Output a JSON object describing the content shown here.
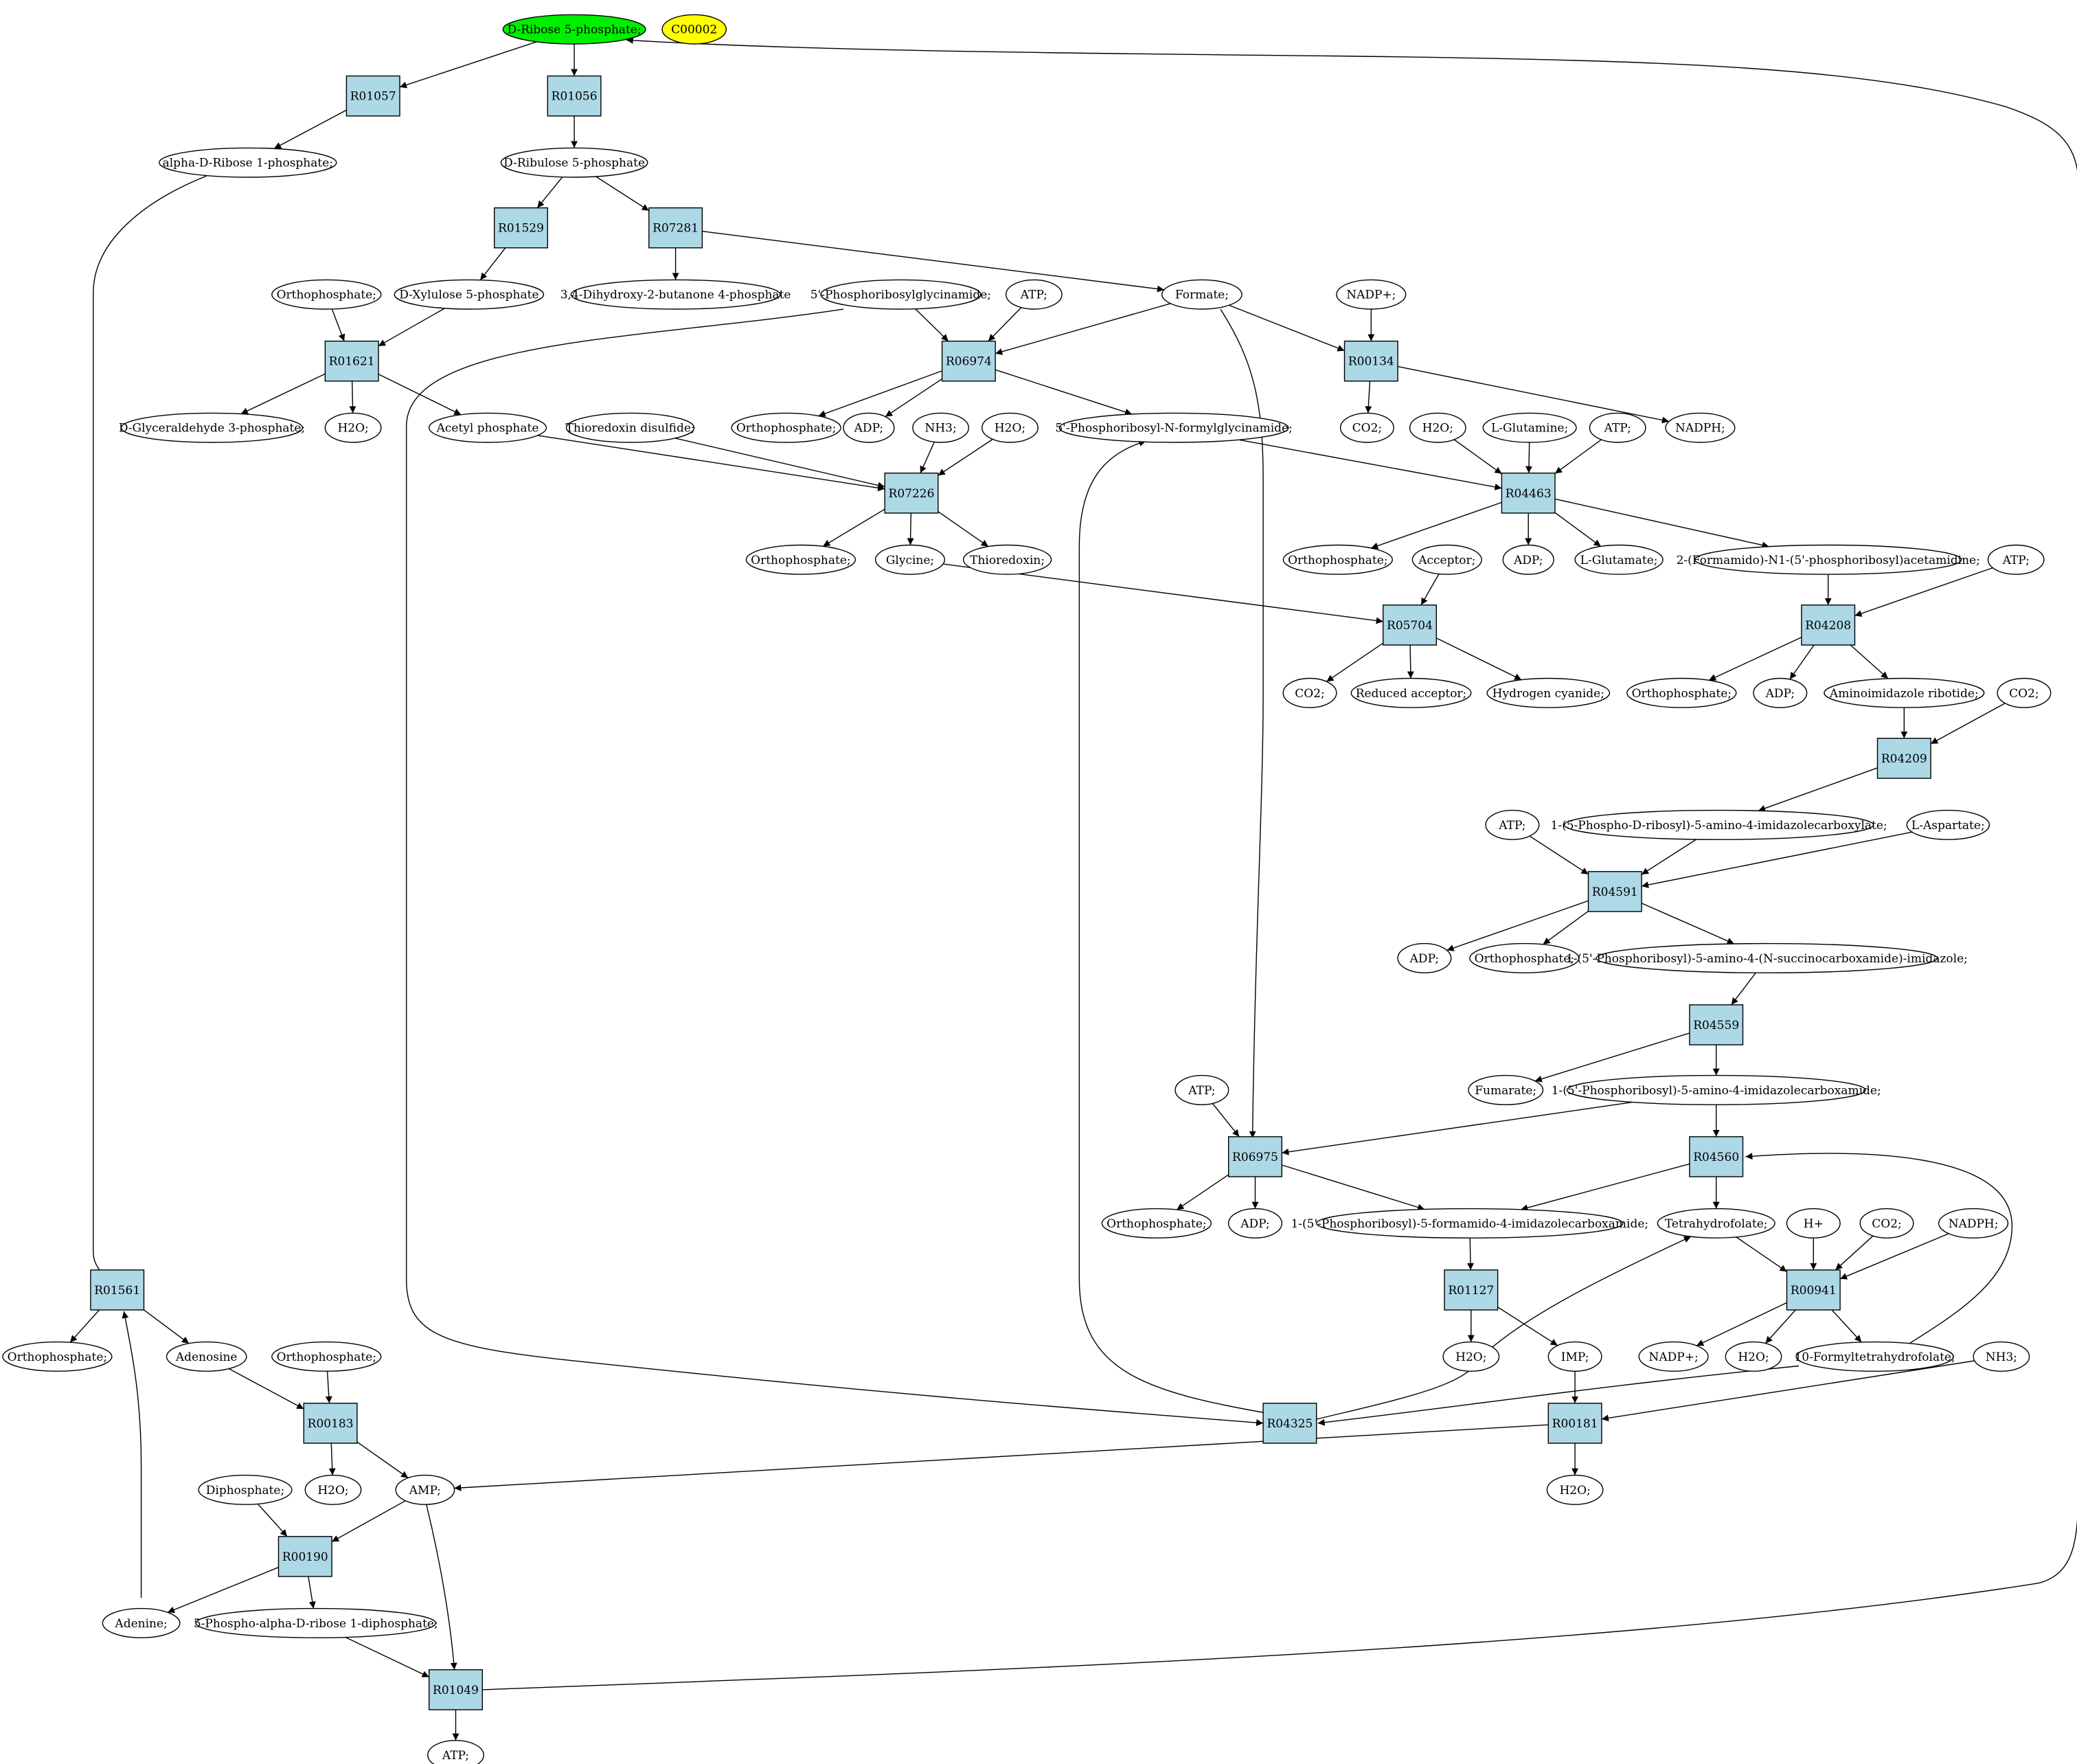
{
  "colors": {
    "start_node": "#00ee00",
    "legend_node": "#ffff00",
    "compound": "#ffffff",
    "reaction": "#add8e6",
    "stroke": "#000000"
  },
  "nodes": [
    {
      "id": "c_dribose5p",
      "label": "D-Ribose 5-phosphate;",
      "kind": "start"
    },
    {
      "id": "c_c00002",
      "label": "C00002",
      "kind": "legend"
    },
    {
      "id": "r_R01057",
      "label": "R01057",
      "kind": "reaction"
    },
    {
      "id": "r_R01056",
      "label": "R01056",
      "kind": "reaction"
    },
    {
      "id": "c_aribose1p",
      "label": "alpha-D-Ribose 1-phosphate;",
      "kind": "compound"
    },
    {
      "id": "c_dribulose5p",
      "label": "D-Ribulose 5-phosphate",
      "kind": "compound"
    },
    {
      "id": "r_R01529",
      "label": "R01529",
      "kind": "reaction"
    },
    {
      "id": "r_R07281",
      "label": "R07281",
      "kind": "reaction"
    },
    {
      "id": "c_ortho_a",
      "label": "Orthophosphate;",
      "kind": "compound"
    },
    {
      "id": "c_dxylulose5p",
      "label": "D-Xylulose 5-phosphate",
      "kind": "compound"
    },
    {
      "id": "c_dhbp",
      "label": "3,4-Dihydroxy-2-butanone 4-phosphate",
      "kind": "compound"
    },
    {
      "id": "c_prgly",
      "label": "5'-Phosphoribosylglycinamide;",
      "kind": "compound"
    },
    {
      "id": "c_atp_a",
      "label": "ATP;",
      "kind": "compound"
    },
    {
      "id": "c_formate",
      "label": "Formate;",
      "kind": "compound"
    },
    {
      "id": "c_nadp_a",
      "label": "NADP+;",
      "kind": "compound"
    },
    {
      "id": "r_R01621",
      "label": "R01621",
      "kind": "reaction"
    },
    {
      "id": "r_R06974",
      "label": "R06974",
      "kind": "reaction"
    },
    {
      "id": "r_R00134",
      "label": "R00134",
      "kind": "reaction"
    },
    {
      "id": "c_g3p",
      "label": "D-Glyceraldehyde 3-phosphate;",
      "kind": "compound"
    },
    {
      "id": "c_h2o_a",
      "label": "H2O;",
      "kind": "compound"
    },
    {
      "id": "c_acetylp",
      "label": "Acetyl phosphate",
      "kind": "compound"
    },
    {
      "id": "c_trxss",
      "label": "Thioredoxin disulfide;",
      "kind": "compound"
    },
    {
      "id": "c_ortho_b",
      "label": "Orthophosphate;",
      "kind": "compound"
    },
    {
      "id": "c_adp_a",
      "label": "ADP;",
      "kind": "compound"
    },
    {
      "id": "c_nh3_a",
      "label": "NH3;",
      "kind": "compound"
    },
    {
      "id": "c_h2o_b",
      "label": "H2O;",
      "kind": "compound"
    },
    {
      "id": "c_fgar",
      "label": "5'-Phosphoribosyl-N-formylglycinamide;",
      "kind": "compound"
    },
    {
      "id": "c_co2_a",
      "label": "CO2;",
      "kind": "compound"
    },
    {
      "id": "c_h2o_c",
      "label": "H2O;",
      "kind": "compound"
    },
    {
      "id": "c_lgln",
      "label": "L-Glutamine;",
      "kind": "compound"
    },
    {
      "id": "c_atp_b",
      "label": "ATP;",
      "kind": "compound"
    },
    {
      "id": "c_nadph_a",
      "label": "NADPH;",
      "kind": "compound"
    },
    {
      "id": "r_R07226",
      "label": "R07226",
      "kind": "reaction"
    },
    {
      "id": "r_R04463",
      "label": "R04463",
      "kind": "reaction"
    },
    {
      "id": "c_ortho_c",
      "label": "Orthophosphate;",
      "kind": "compound"
    },
    {
      "id": "c_glycine",
      "label": "Glycine;",
      "kind": "compound"
    },
    {
      "id": "c_trx",
      "label": "Thioredoxin;",
      "kind": "compound"
    },
    {
      "id": "c_ortho_d",
      "label": "Orthophosphate;",
      "kind": "compound"
    },
    {
      "id": "c_acceptor",
      "label": "Acceptor;",
      "kind": "compound"
    },
    {
      "id": "c_adp_b",
      "label": "ADP;",
      "kind": "compound"
    },
    {
      "id": "c_lglu",
      "label": "L-Glutamate;",
      "kind": "compound"
    },
    {
      "id": "c_fgam",
      "label": "2-(Formamido)-N1-(5'-phosphoribosyl)acetamidine;",
      "kind": "compound"
    },
    {
      "id": "c_atp_c",
      "label": "ATP;",
      "kind": "compound"
    },
    {
      "id": "r_R05704",
      "label": "R05704",
      "kind": "reaction"
    },
    {
      "id": "r_R04208",
      "label": "R04208",
      "kind": "reaction"
    },
    {
      "id": "c_co2_b",
      "label": "CO2;",
      "kind": "compound"
    },
    {
      "id": "c_redacc",
      "label": "Reduced acceptor;",
      "kind": "compound"
    },
    {
      "id": "c_hcn",
      "label": "Hydrogen cyanide;",
      "kind": "compound"
    },
    {
      "id": "c_ortho_e",
      "label": "Orthophosphate;",
      "kind": "compound"
    },
    {
      "id": "c_adp_c",
      "label": "ADP;",
      "kind": "compound"
    },
    {
      "id": "c_air",
      "label": "Aminoimidazole ribotide;",
      "kind": "compound"
    },
    {
      "id": "c_co2_c",
      "label": "CO2;",
      "kind": "compound"
    },
    {
      "id": "r_R04209",
      "label": "R04209",
      "kind": "reaction"
    },
    {
      "id": "c_atp_d",
      "label": "ATP;",
      "kind": "compound"
    },
    {
      "id": "c_cair",
      "label": "1-(5-Phospho-D-ribosyl)-5-amino-4-imidazolecarboxylate;",
      "kind": "compound"
    },
    {
      "id": "c_lasp",
      "label": "L-Aspartate;",
      "kind": "compound"
    },
    {
      "id": "r_R04591",
      "label": "R04591",
      "kind": "reaction"
    },
    {
      "id": "c_adp_d",
      "label": "ADP;",
      "kind": "compound"
    },
    {
      "id": "c_ortho_f",
      "label": "Orthophosphate;",
      "kind": "compound"
    },
    {
      "id": "c_saicar",
      "label": "1-(5'-Phosphoribosyl)-5-amino-4-(N-succinocarboxamide)-imidazole;",
      "kind": "compound"
    },
    {
      "id": "r_R04559",
      "label": "R04559",
      "kind": "reaction"
    },
    {
      "id": "c_atp_e",
      "label": "ATP;",
      "kind": "compound"
    },
    {
      "id": "c_fumarate",
      "label": "Fumarate;",
      "kind": "compound"
    },
    {
      "id": "c_aicar",
      "label": "1-(5'-Phosphoribosyl)-5-amino-4-imidazolecarboxamide;",
      "kind": "compound"
    },
    {
      "id": "r_R06975",
      "label": "R06975",
      "kind": "reaction"
    },
    {
      "id": "r_R04560",
      "label": "R04560",
      "kind": "reaction"
    },
    {
      "id": "c_ortho_g",
      "label": "Orthophosphate;",
      "kind": "compound"
    },
    {
      "id": "c_adp_e",
      "label": "ADP;",
      "kind": "compound"
    },
    {
      "id": "c_faicar",
      "label": "1-(5'-Phosphoribosyl)-5-formamido-4-imidazolecarboxamide;",
      "kind": "compound"
    },
    {
      "id": "c_thf",
      "label": "Tetrahydrofolate;",
      "kind": "compound"
    },
    {
      "id": "c_hplus",
      "label": "H+",
      "kind": "compound"
    },
    {
      "id": "c_co2_d",
      "label": "CO2;",
      "kind": "compound"
    },
    {
      "id": "c_nadph_b",
      "label": "NADPH;",
      "kind": "compound"
    },
    {
      "id": "r_R01561",
      "label": "R01561",
      "kind": "reaction"
    },
    {
      "id": "r_R01127",
      "label": "R01127",
      "kind": "reaction"
    },
    {
      "id": "r_R00941",
      "label": "R00941",
      "kind": "reaction"
    },
    {
      "id": "c_ortho_h",
      "label": "Orthophosphate;",
      "kind": "compound"
    },
    {
      "id": "c_adenosine",
      "label": "Adenosine",
      "kind": "compound"
    },
    {
      "id": "c_ortho_i",
      "label": "Orthophosphate;",
      "kind": "compound"
    },
    {
      "id": "c_h2o_d",
      "label": "H2O;",
      "kind": "compound"
    },
    {
      "id": "c_imp",
      "label": "IMP;",
      "kind": "compound"
    },
    {
      "id": "c_nadp_b",
      "label": "NADP+;",
      "kind": "compound"
    },
    {
      "id": "c_h2o_e",
      "label": "H2O;",
      "kind": "compound"
    },
    {
      "id": "c_fthf",
      "label": "10-Formyltetrahydrofolate;",
      "kind": "compound"
    },
    {
      "id": "c_nh3_b",
      "label": "NH3;",
      "kind": "compound"
    },
    {
      "id": "r_R00183",
      "label": "R00183",
      "kind": "reaction"
    },
    {
      "id": "r_R04325",
      "label": "R04325",
      "kind": "reaction"
    },
    {
      "id": "r_R00181",
      "label": "R00181",
      "kind": "reaction"
    },
    {
      "id": "c_diphos",
      "label": "Diphosphate;",
      "kind": "compound"
    },
    {
      "id": "c_h2o_f",
      "label": "H2O;",
      "kind": "compound"
    },
    {
      "id": "c_amp",
      "label": "AMP;",
      "kind": "compound"
    },
    {
      "id": "c_h2o_g",
      "label": "H2O;",
      "kind": "compound"
    },
    {
      "id": "r_R00190",
      "label": "R00190",
      "kind": "reaction"
    },
    {
      "id": "c_adenine",
      "label": "Adenine;",
      "kind": "compound"
    },
    {
      "id": "c_prpp",
      "label": "5-Phospho-alpha-D-ribose 1-diphosphate;",
      "kind": "compound"
    },
    {
      "id": "r_R01049",
      "label": "R01049",
      "kind": "reaction"
    },
    {
      "id": "c_atp_f",
      "label": "ATP;",
      "kind": "compound"
    }
  ],
  "edges": [
    [
      "c_dribose5p",
      "r_R01057"
    ],
    [
      "c_dribose5p",
      "r_R01056"
    ],
    [
      "r_R01057",
      "c_aribose1p"
    ],
    [
      "r_R01056",
      "c_dribulose5p"
    ],
    [
      "c_dribulose5p",
      "r_R01529"
    ],
    [
      "c_dribulose5p",
      "r_R07281"
    ],
    [
      "r_R01529",
      "c_dxylulose5p"
    ],
    [
      "r_R07281",
      "c_dhbp"
    ],
    [
      "r_R07281",
      "c_formate"
    ],
    [
      "c_ortho_a",
      "r_R01621"
    ],
    [
      "c_dxylulose5p",
      "r_R01621"
    ],
    [
      "r_R01621",
      "c_g3p"
    ],
    [
      "r_R01621",
      "c_h2o_a"
    ],
    [
      "r_R01621",
      "c_acetylp"
    ],
    [
      "c_prgly",
      "r_R06974"
    ],
    [
      "c_atp_a",
      "r_R06974"
    ],
    [
      "c_formate",
      "r_R06974"
    ],
    [
      "r_R06974",
      "c_ortho_b"
    ],
    [
      "r_R06974",
      "c_adp_a"
    ],
    [
      "r_R06974",
      "c_fgar"
    ],
    [
      "c_formate",
      "r_R00134"
    ],
    [
      "c_nadp_a",
      "r_R00134"
    ],
    [
      "r_R00134",
      "c_co2_a"
    ],
    [
      "r_R00134",
      "c_nadph_a"
    ],
    [
      "c_acetylp",
      "r_R07226"
    ],
    [
      "c_trxss",
      "r_R07226"
    ],
    [
      "c_nh3_a",
      "r_R07226"
    ],
    [
      "c_h2o_b",
      "r_R07226"
    ],
    [
      "r_R07226",
      "c_ortho_c"
    ],
    [
      "r_R07226",
      "c_glycine"
    ],
    [
      "r_R07226",
      "c_trx"
    ],
    [
      "c_fgar",
      "r_R04463"
    ],
    [
      "c_h2o_c",
      "r_R04463"
    ],
    [
      "c_lgln",
      "r_R04463"
    ],
    [
      "c_atp_b",
      "r_R04463"
    ],
    [
      "r_R04463",
      "c_ortho_d"
    ],
    [
      "r_R04463",
      "c_adp_b"
    ],
    [
      "r_R04463",
      "c_lglu"
    ],
    [
      "r_R04463",
      "c_fgam"
    ],
    [
      "c_glycine",
      "r_R05704"
    ],
    [
      "c_acceptor",
      "r_R05704"
    ],
    [
      "r_R05704",
      "c_co2_b"
    ],
    [
      "r_R05704",
      "c_redacc"
    ],
    [
      "r_R05704",
      "c_hcn"
    ],
    [
      "c_fgam",
      "r_R04208"
    ],
    [
      "c_atp_c",
      "r_R04208"
    ],
    [
      "r_R04208",
      "c_ortho_e"
    ],
    [
      "r_R04208",
      "c_adp_c"
    ],
    [
      "r_R04208",
      "c_air"
    ],
    [
      "c_air",
      "r_R04209"
    ],
    [
      "c_co2_c",
      "r_R04209"
    ],
    [
      "r_R04209",
      "c_cair"
    ],
    [
      "c_atp_d",
      "r_R04591"
    ],
    [
      "c_cair",
      "r_R04591"
    ],
    [
      "c_lasp",
      "r_R04591"
    ],
    [
      "r_R04591",
      "c_adp_d"
    ],
    [
      "r_R04591",
      "c_ortho_f"
    ],
    [
      "r_R04591",
      "c_saicar"
    ],
    [
      "c_saicar",
      "r_R04559"
    ],
    [
      "r_R04559",
      "c_fumarate"
    ],
    [
      "r_R04559",
      "c_aicar"
    ],
    [
      "c_atp_e",
      "r_R06975"
    ],
    [
      "c_aicar",
      "r_R06975"
    ],
    [
      "c_formate",
      "r_R06975"
    ],
    [
      "r_R06975",
      "c_ortho_g"
    ],
    [
      "r_R06975",
      "c_adp_e"
    ],
    [
      "r_R06975",
      "c_faicar"
    ],
    [
      "c_aicar",
      "r_R04560"
    ],
    [
      "c_fthf",
      "r_R04560"
    ],
    [
      "r_R04560",
      "c_faicar"
    ],
    [
      "r_R04560",
      "c_thf"
    ],
    [
      "c_thf",
      "r_R00941"
    ],
    [
      "c_hplus",
      "r_R00941"
    ],
    [
      "c_co2_d",
      "r_R00941"
    ],
    [
      "c_nadph_b",
      "r_R00941"
    ],
    [
      "r_R00941",
      "c_nadp_b"
    ],
    [
      "r_R00941",
      "c_h2o_e"
    ],
    [
      "r_R00941",
      "c_fthf"
    ],
    [
      "c_faicar",
      "r_R01127"
    ],
    [
      "r_R01127",
      "c_h2o_d"
    ],
    [
      "r_R01127",
      "c_imp"
    ],
    [
      "c_aribose1p",
      "r_R01561"
    ],
    [
      "c_adenine",
      "r_R01561"
    ],
    [
      "r_R01561",
      "c_ortho_h"
    ],
    [
      "r_R01561",
      "c_adenosine"
    ],
    [
      "c_adenosine",
      "r_R00183"
    ],
    [
      "c_ortho_i",
      "r_R00183"
    ],
    [
      "r_R00183",
      "c_h2o_f"
    ],
    [
      "r_R00183",
      "c_amp"
    ],
    [
      "c_prgly",
      "r_R04325"
    ],
    [
      "c_fthf",
      "r_R04325"
    ],
    [
      "r_R04325",
      "c_fgar"
    ],
    [
      "r_R04325",
      "c_thf"
    ],
    [
      "c_imp",
      "r_R00181"
    ],
    [
      "c_nh3_b",
      "r_R00181"
    ],
    [
      "r_R00181",
      "c_amp"
    ],
    [
      "r_R00181",
      "c_h2o_g"
    ],
    [
      "c_diphos",
      "r_R00190"
    ],
    [
      "c_amp",
      "r_R00190"
    ],
    [
      "r_R00190",
      "c_adenine"
    ],
    [
      "r_R00190",
      "c_prpp"
    ],
    [
      "c_prpp",
      "r_R01049"
    ],
    [
      "c_amp",
      "r_R01049"
    ],
    [
      "r_R01049",
      "c_atp_f"
    ],
    [
      "r_R01049",
      "c_dribose5p"
    ]
  ]
}
